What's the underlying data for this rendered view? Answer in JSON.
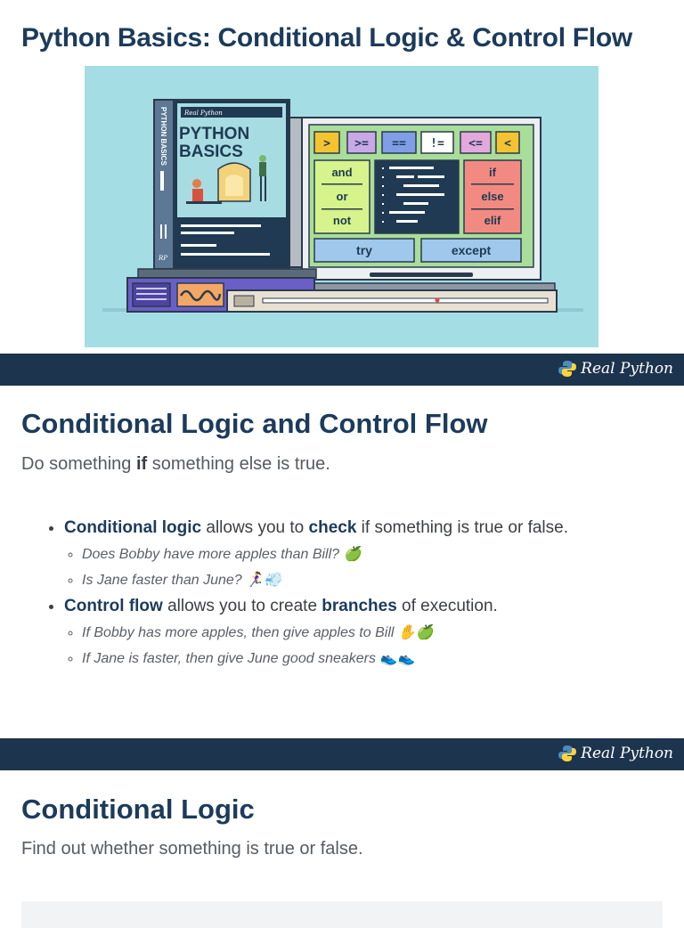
{
  "doc_title": "Python Basics: Conditional Logic & Control Flow",
  "hero": {
    "book_title_line1": "PYTHON",
    "book_title_line2": "BASICS",
    "book_spine": "PYTHON BASICS",
    "book_badge": "Real Python",
    "book_bottom_mark": "RP",
    "operators": [
      ">",
      ">=",
      "==",
      "!=",
      "<=",
      "<"
    ],
    "logic_ops": [
      "and",
      "or",
      "not"
    ],
    "branch_ops": [
      "if",
      "else",
      "elif"
    ],
    "exc_ops": [
      "try",
      "except"
    ]
  },
  "brand": {
    "name": "Real Python"
  },
  "slide1": {
    "title": "Conditional Logic and Control Flow",
    "subtitle_pre": "Do something ",
    "subtitle_bold": "if",
    "subtitle_post": " something else is true.",
    "bullets": [
      {
        "lead": "Conditional logic",
        "mid": " allows you to ",
        "bold": "check",
        "tail": " if something is true or false.",
        "subs": [
          "Does Bobby have more apples than Bill? 🍏",
          "Is Jane faster than June? 🏃‍♀️💨"
        ]
      },
      {
        "lead": "Control flow",
        "mid": " allows you to create ",
        "bold": "branches",
        "tail": " of execution.",
        "subs": [
          "If Bobby has more apples, then give apples to Bill ✋🍏",
          "If Jane is faster, then give June good sneakers 👟👟"
        ]
      }
    ]
  },
  "slide2": {
    "title": "Conditional Logic",
    "subtitle": "Find out whether something is true or false."
  }
}
